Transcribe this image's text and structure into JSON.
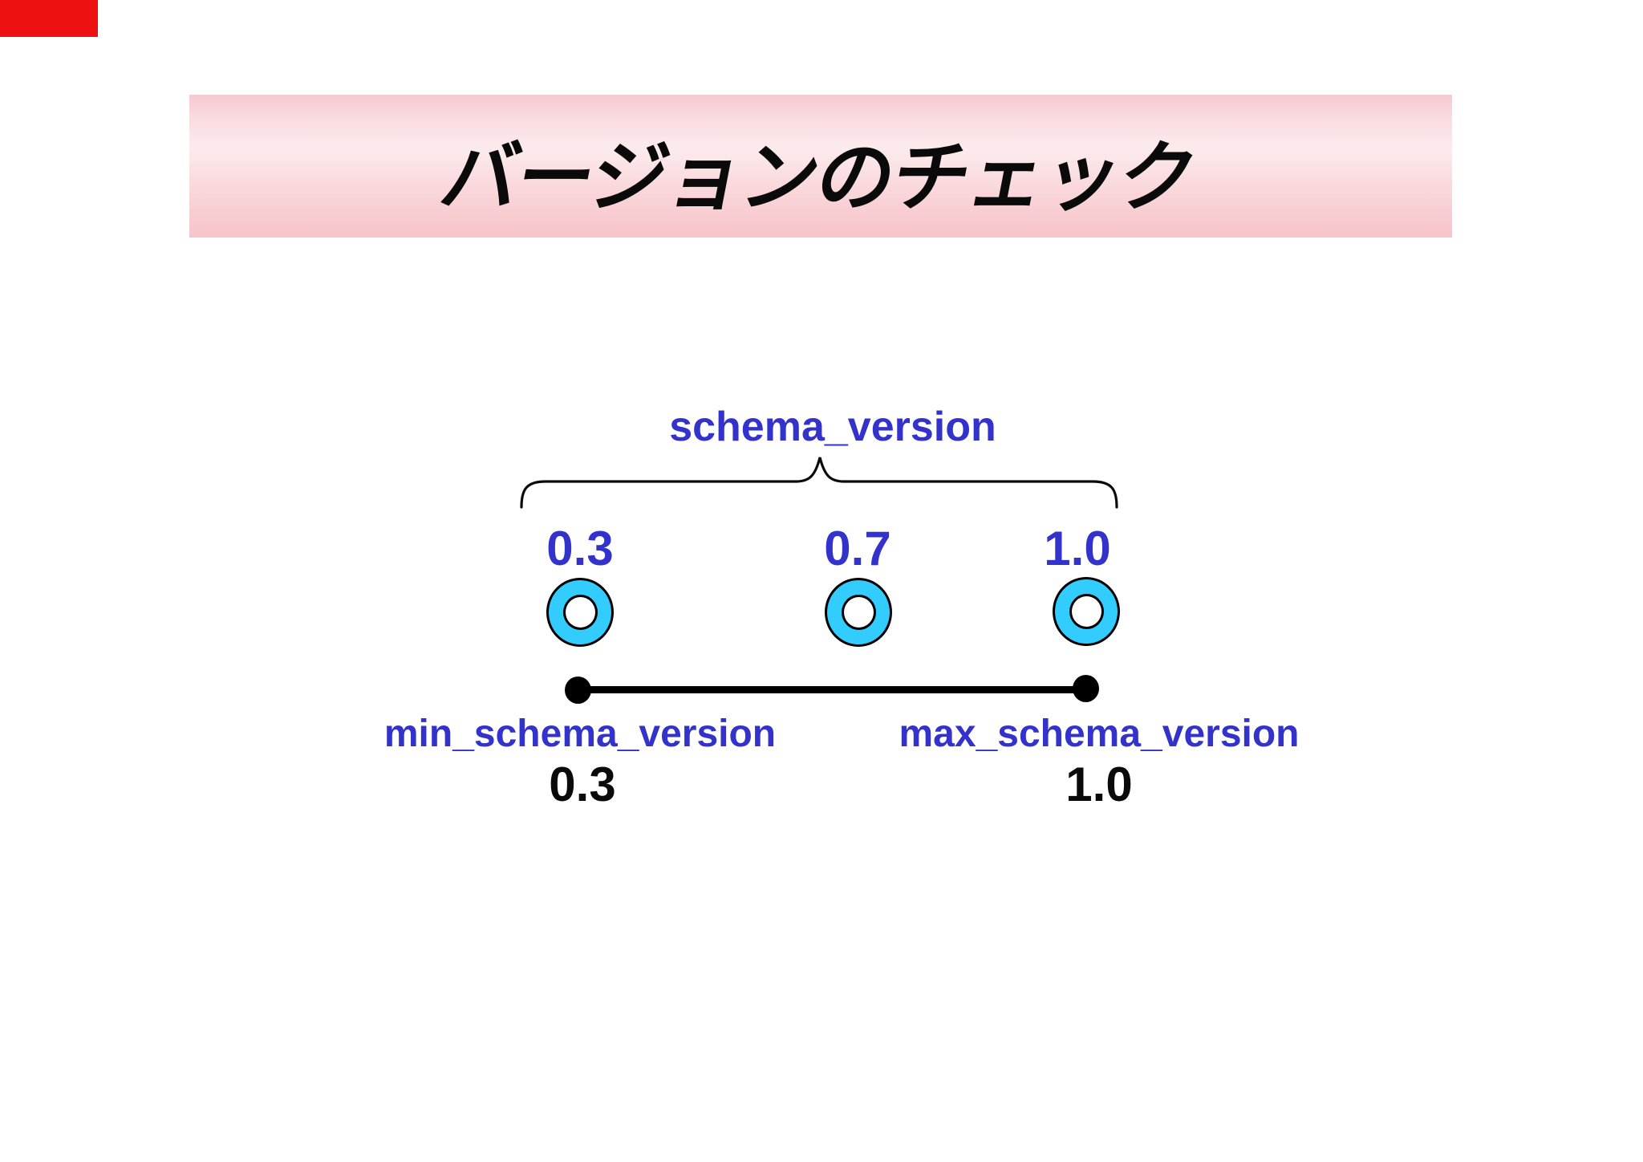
{
  "slide": {
    "title": "バージョンのチェック",
    "diagram": {
      "schema_version_label": "schema_version",
      "versions": [
        "0.3",
        "0.7",
        "1.0"
      ],
      "min_label": "min_schema_version",
      "min_value": "0.3",
      "max_label": "max_schema_version",
      "max_value": "1.0"
    }
  },
  "colors": {
    "label_blue": "#3333cc",
    "ring_cyan": "#33ccff",
    "banner_pink_top": "#f6c9d0",
    "banner_pink_mid": "#fcebec",
    "banner_pink_bottom": "#f7c3c9",
    "marker_red": "#ee1111"
  }
}
